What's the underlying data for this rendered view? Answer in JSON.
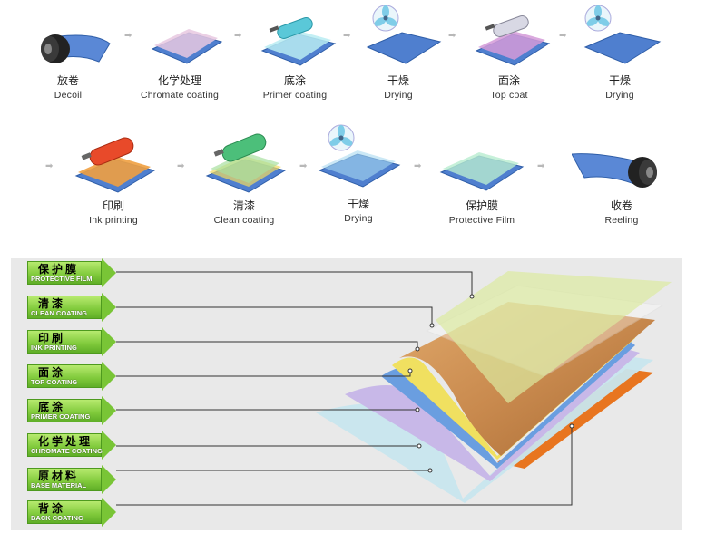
{
  "process_steps": [
    {
      "cn": "放卷",
      "en": "Decoil",
      "icon": "decoil-roll-icon"
    },
    {
      "cn": "化学处理",
      "en": "Chromate  coating",
      "icon": "chromate-sheet-icon"
    },
    {
      "cn": "底涂",
      "en": "Primer coating",
      "icon": "primer-roller-icon"
    },
    {
      "cn": "干燥",
      "en": "Drying",
      "icon": "fan-icon"
    },
    {
      "cn": "面涂",
      "en": "Top coat",
      "icon": "topcoat-roller-icon"
    },
    {
      "cn": "干燥",
      "en": "Drying",
      "icon": "fan-icon"
    },
    {
      "cn": "印刷",
      "en": "Ink printing",
      "icon": "ink-roller-icon"
    },
    {
      "cn": "清漆",
      "en": "Clean coating",
      "icon": "clean-roller-icon"
    },
    {
      "cn": "干燥",
      "en": "Drying",
      "icon": "fan-icon"
    },
    {
      "cn": "保护膜",
      "en": "Protective Film",
      "icon": "film-sheet-icon"
    },
    {
      "cn": "收卷",
      "en": "Reeling",
      "icon": "reeling-roll-icon"
    }
  ],
  "layers": [
    {
      "cn": "保护膜",
      "en": "PROTECTIVE FILM"
    },
    {
      "cn": "清漆",
      "en": "CLEAN COATING"
    },
    {
      "cn": "印刷",
      "en": "INK PRINTING"
    },
    {
      "cn": "面涂",
      "en": "TOP COATING"
    },
    {
      "cn": "底涂",
      "en": "PRIMER COATING"
    },
    {
      "cn": "化学处理",
      "en": "CHROMATE COATING"
    },
    {
      "cn": "原材料",
      "en": "BASE MATERIAL"
    },
    {
      "cn": "背涂",
      "en": "BACK COATING"
    }
  ],
  "colors": {
    "sheet_blue": "#4f7fcf",
    "tag_green": "#7fc93a",
    "wood": "#c98a4e",
    "orange": "#e8751f"
  }
}
